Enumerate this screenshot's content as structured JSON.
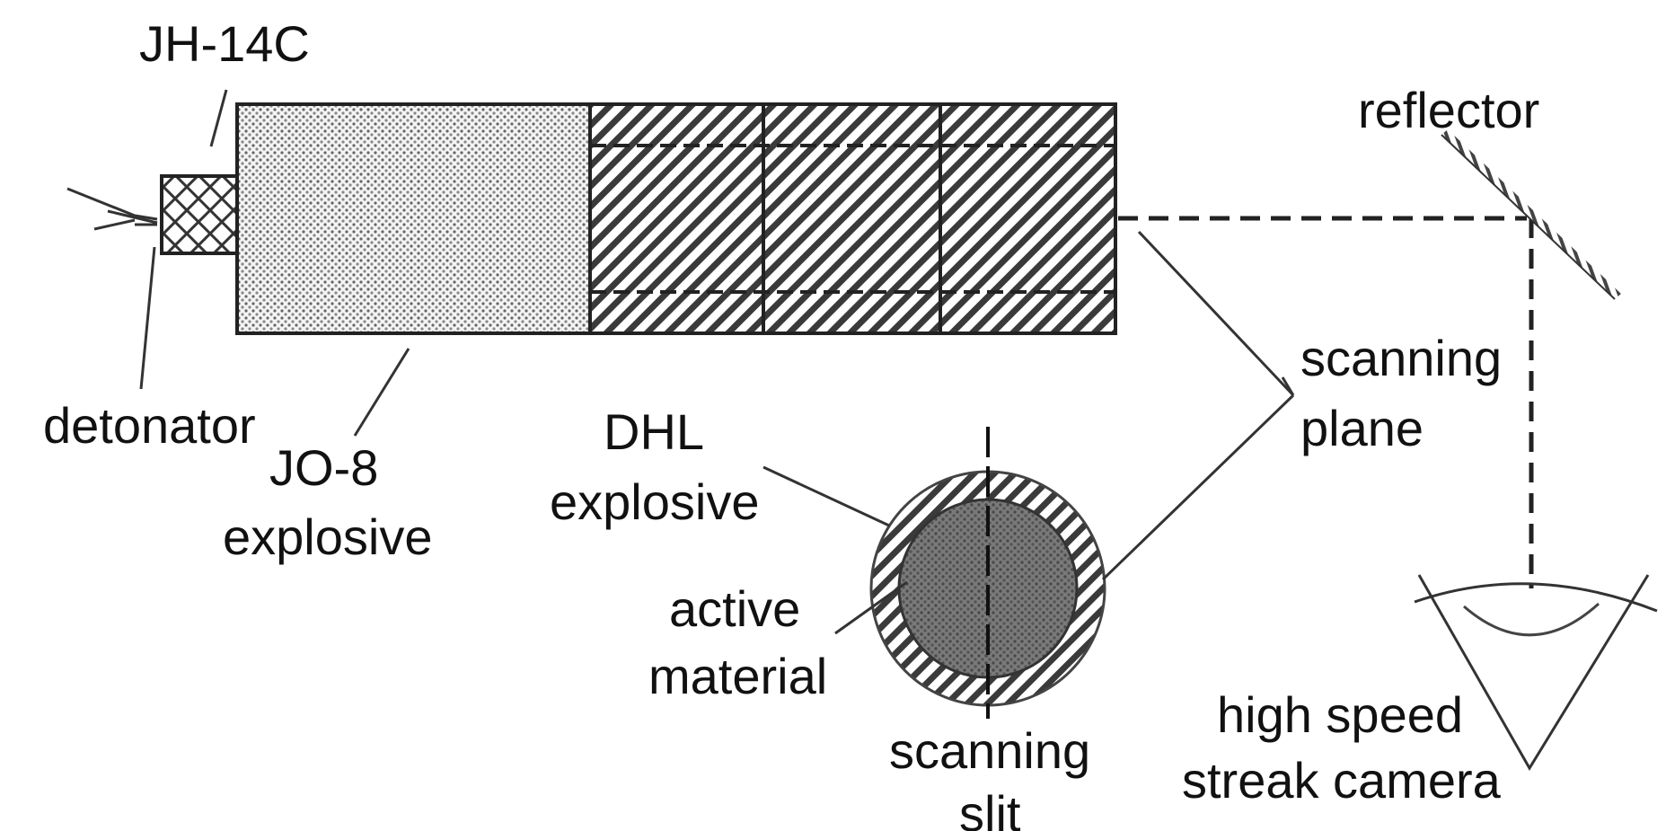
{
  "labels": {
    "jh14c": "JH-14C",
    "detonator": "detonator",
    "jo8_line1": "JO-8",
    "jo8_line2": "explosive",
    "dhl_line1": "DHL",
    "dhl_line2": "explosive",
    "active_line1": "active",
    "active_line2": "material",
    "slit_line1": "scanning",
    "slit_line2": "slit",
    "plane_line1": "scanning",
    "plane_line2": "plane",
    "reflector": "reflector",
    "camera_line1": "high speed",
    "camera_line2": "streak camera"
  },
  "icons": {
    "booster": "crosshatch-cell",
    "reflector": "angled-mirror",
    "camera": "streak-camera-lens"
  },
  "colors": {
    "ink": "#222222",
    "active_fill": "#6e6e6e",
    "jo8_fill": "#dcdcdc"
  }
}
